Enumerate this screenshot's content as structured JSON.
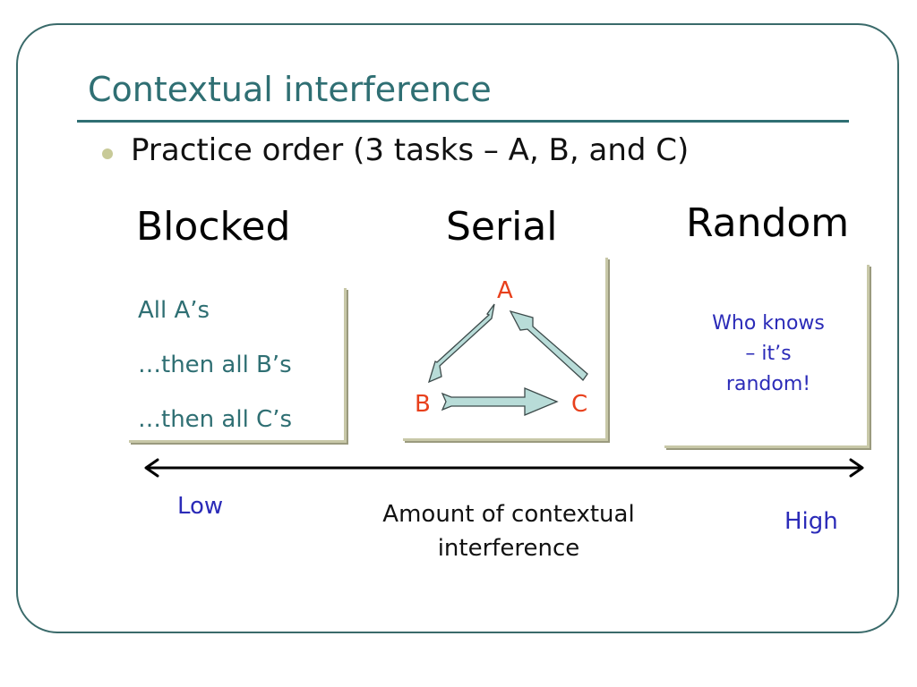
{
  "slide": {
    "title": "Contextual interference",
    "bullet": "Practice order (3 tasks – A, B, and C)",
    "columns": {
      "blocked": {
        "heading": "Blocked",
        "lines": [
          "All A’s",
          "…then all B’s",
          "…then all C’s"
        ]
      },
      "serial": {
        "heading": "Serial",
        "nodes": {
          "a": "A",
          "b": "B",
          "c": "C"
        }
      },
      "random": {
        "heading": "Random",
        "text_lines": [
          "Who knows",
          "– it’s",
          "random!"
        ]
      }
    },
    "scale": {
      "low": "Low",
      "high": "High",
      "caption_lines": [
        "Amount of contextual",
        "interference"
      ]
    },
    "colors": {
      "title": "#2f6f73",
      "accent_red": "#e8401c",
      "accent_blue": "#2b2bb8",
      "arrow_fill": "#b8dcd8"
    }
  }
}
